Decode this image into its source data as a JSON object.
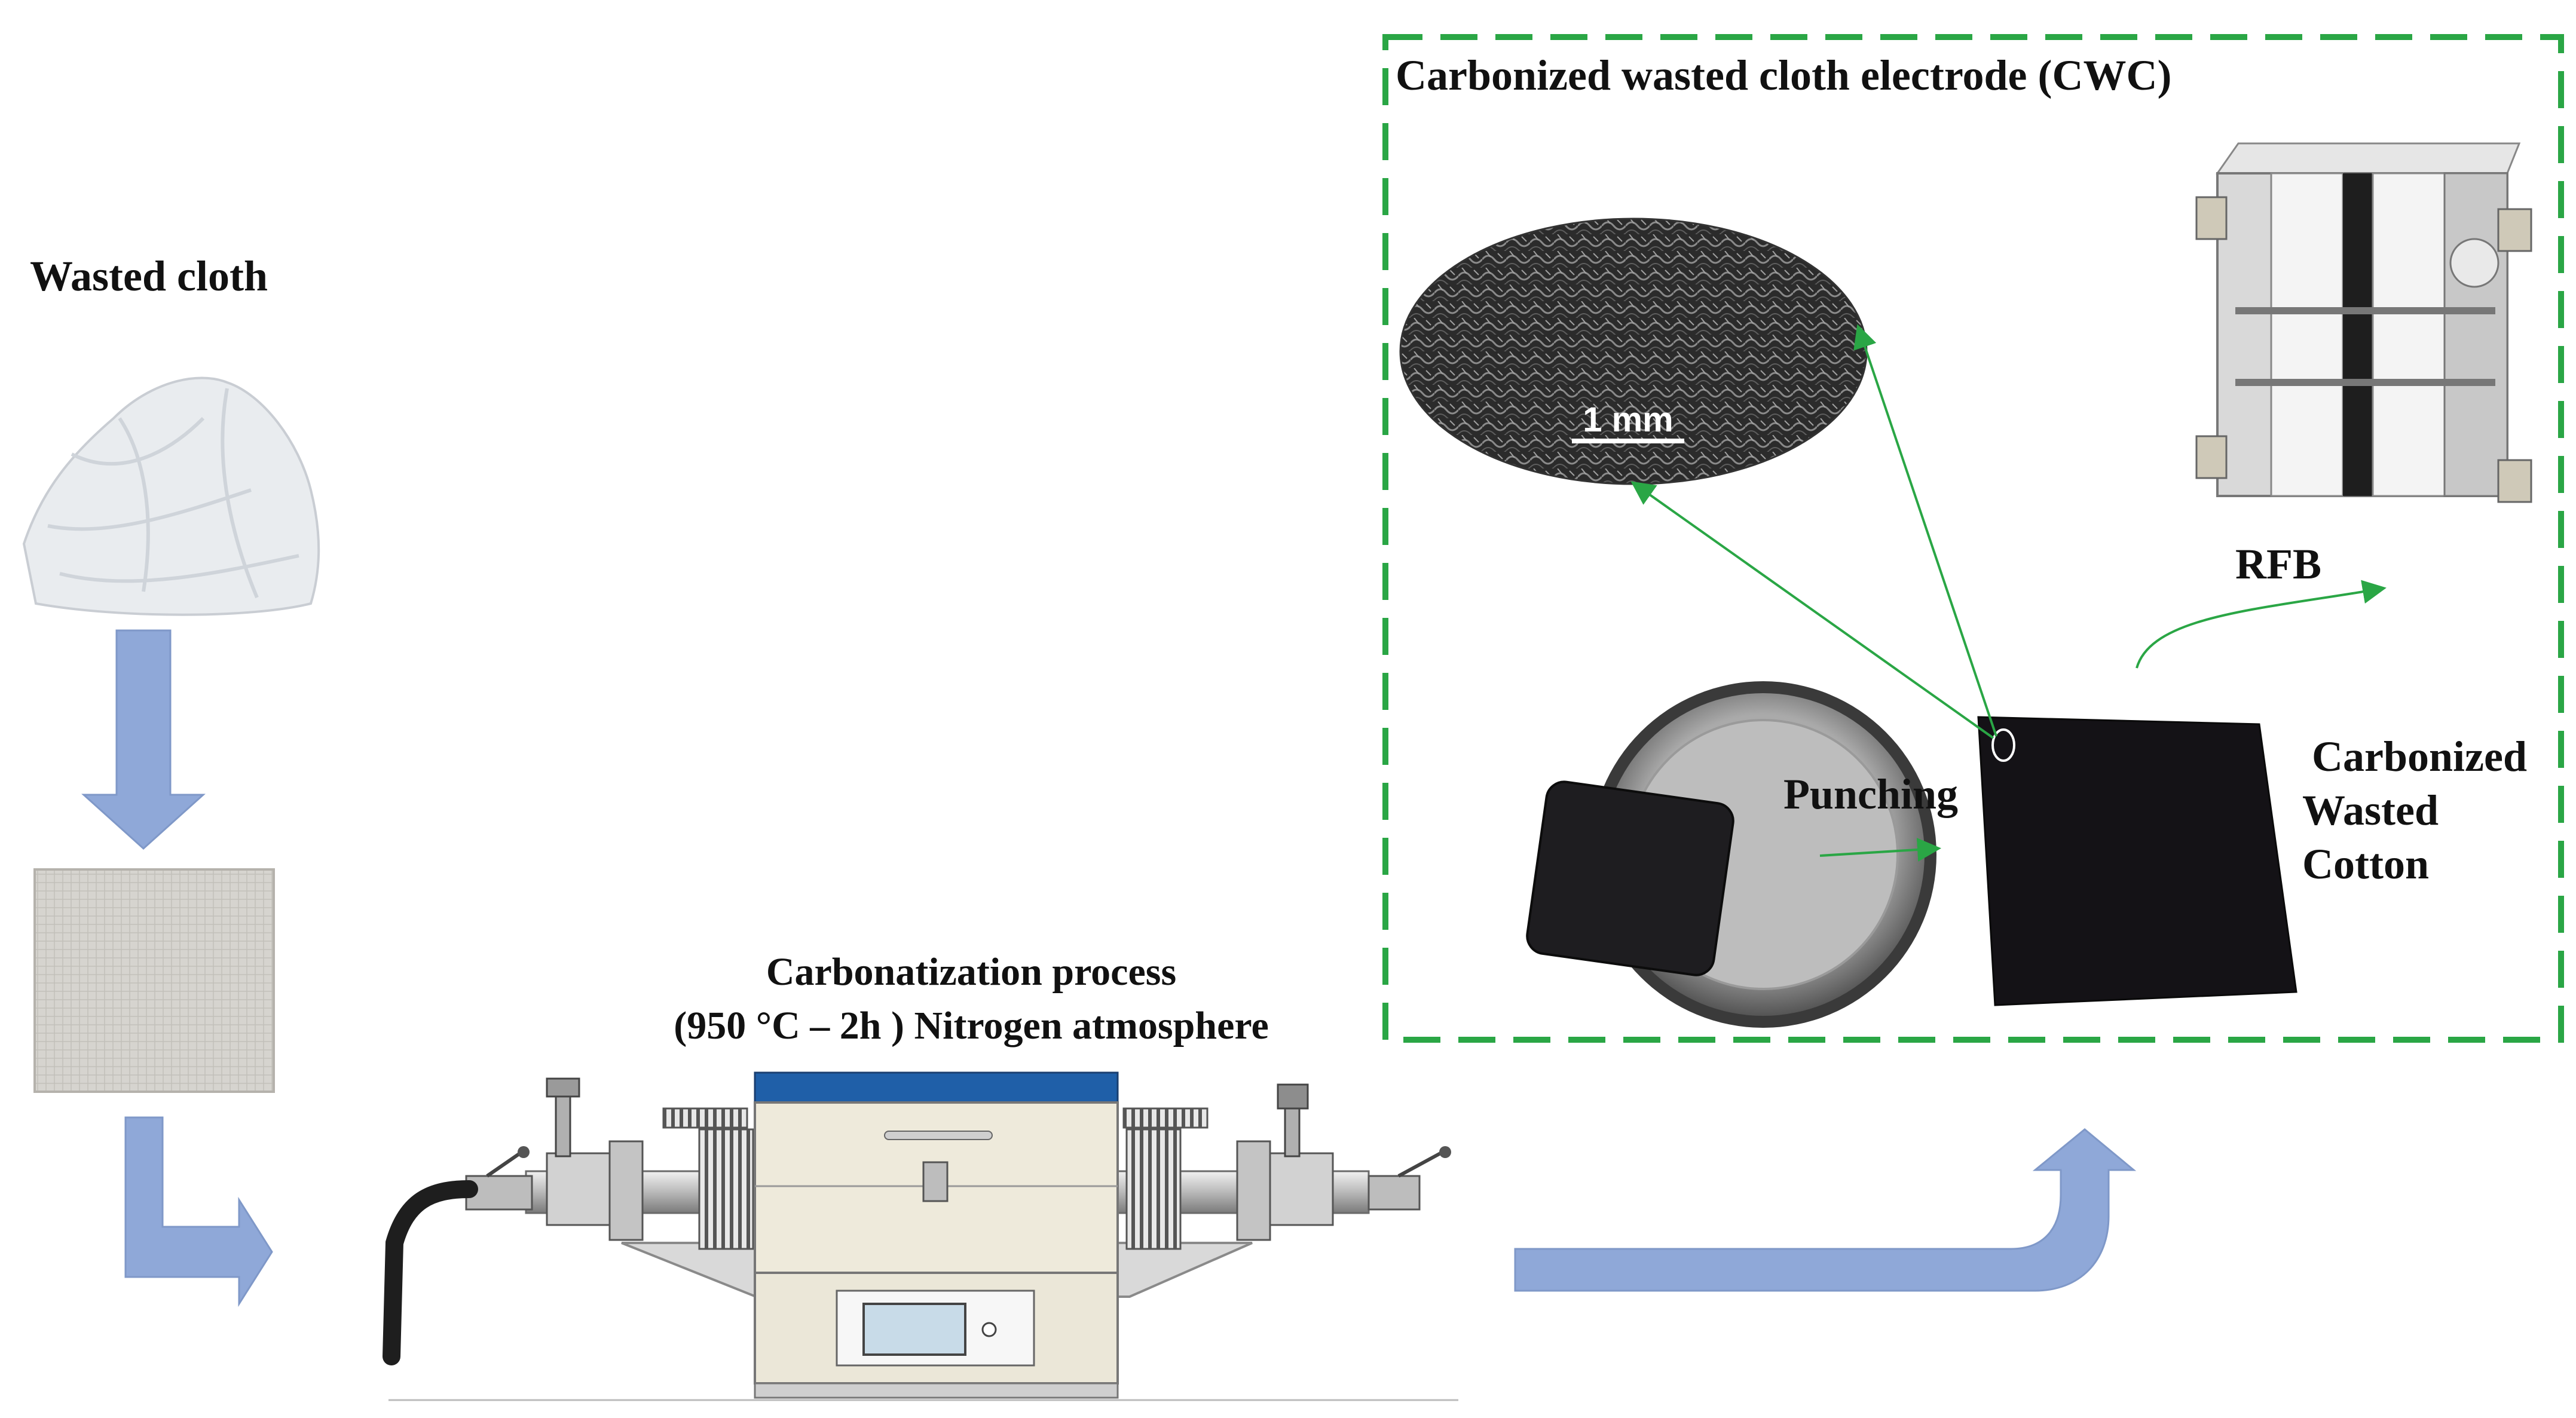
{
  "labels": {
    "wasted_cloth": "Wasted cloth",
    "process_title": "Carbonatization process",
    "process_conditions": "(950 °C – 2h ) Nitrogen atmosphere",
    "cwc_title": "Carbonized wasted  cloth electrode (CWC)",
    "scale_bar": "1 mm",
    "rfb": "RFB",
    "punching": "Punching",
    "carbonized_line1": "Carbonized",
    "carbonized_line2": "Wasted",
    "carbonized_line3": "Cotton"
  },
  "colors": {
    "flow_arrow": "#8fa8d8",
    "dashed_border": "#2aa645",
    "thin_arrow": "#2aa645",
    "furnace_top": "#1f5fa8",
    "carbon_cloth": "#141216"
  }
}
